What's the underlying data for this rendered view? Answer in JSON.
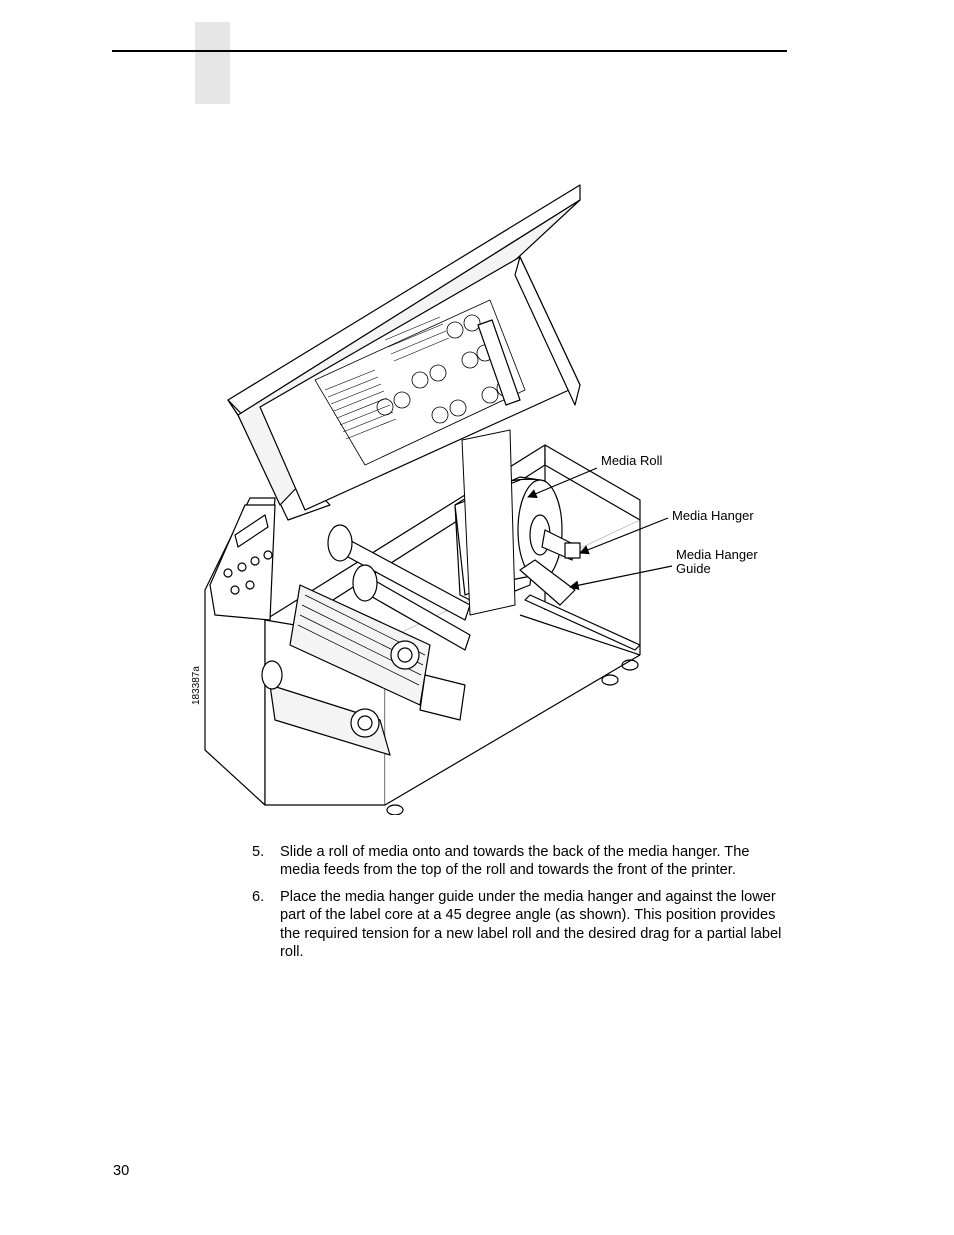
{
  "figure": {
    "callouts": {
      "media_roll": "Media Roll",
      "media_hanger": "Media Hanger",
      "media_hanger_guide": "Media Hanger\nGuide"
    },
    "figure_id": "183387a"
  },
  "steps": [
    {
      "number": "5.",
      "text": "Slide a roll of media onto and towards the back of the media hanger. The media feeds from the top of the roll and towards the front of the printer."
    },
    {
      "number": "6.",
      "text": "Place the media hanger guide under the media hanger and against the lower part of the label core at a 45 degree angle (as shown). This position provides the required tension for a new label roll and the desired drag for a partial label roll."
    }
  ],
  "page_number": "30"
}
